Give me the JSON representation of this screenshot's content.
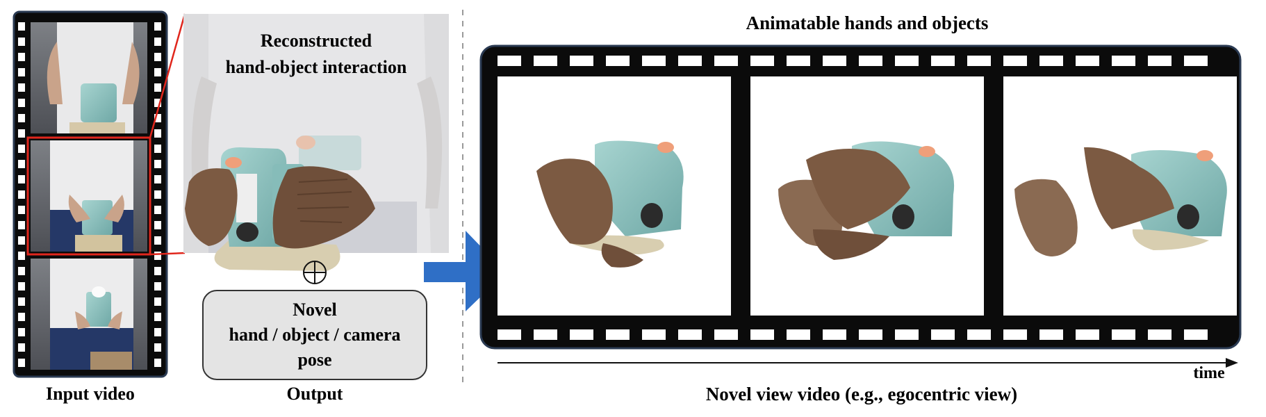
{
  "figure": {
    "input_label": "Input video",
    "output_label": "Output",
    "reconstruction_title_line1": "Reconstructed",
    "reconstruction_title_line2": "hand-object interaction",
    "plus_symbol": "⊕",
    "novel_box_line1": "Novel",
    "novel_box_line2": "hand / object / camera",
    "novel_box_line3": "pose",
    "animatable_title": "Animatable hands and objects",
    "time_label": "time",
    "novel_view_caption": "Novel view video (e.g., egocentric view)"
  },
  "colors": {
    "film": "#0b0b0b",
    "filmBorder": "#2a3a52",
    "highlight": "#e0261c",
    "arrow": "#2f6fc6",
    "boxFill": "#e4e4e4",
    "panel": "#dcdcde",
    "teal": "#8fbfbc",
    "skin": "#7c5a42",
    "base": "#d8ceb0"
  },
  "icons": [
    "film-sprocket-icon",
    "blue-arrow-icon",
    "circled-plus-icon",
    "time-arrow-icon"
  ]
}
